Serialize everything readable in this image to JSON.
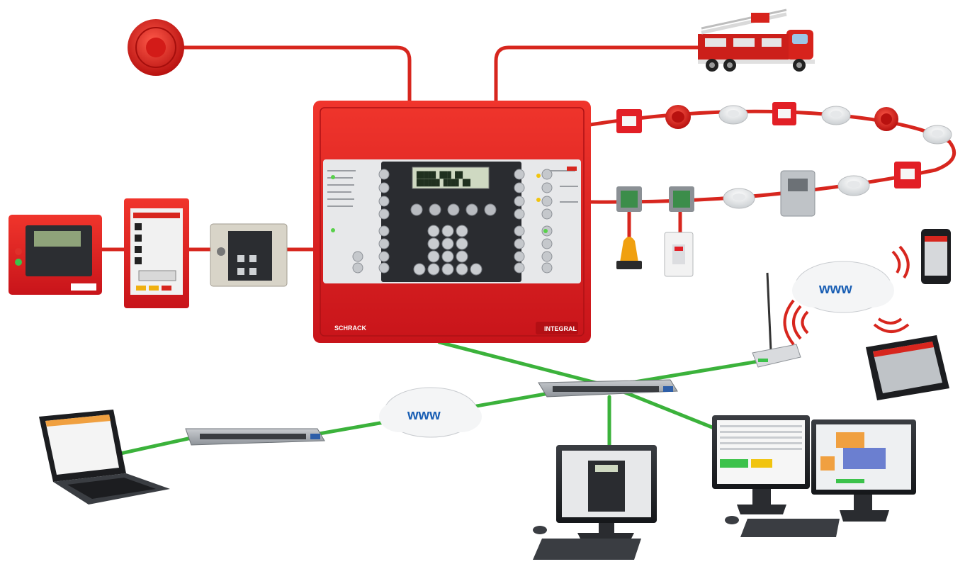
{
  "clouds": [
    {
      "id": "cloud-top-right",
      "label": "www"
    },
    {
      "id": "cloud-bottom-left",
      "label": "www"
    }
  ],
  "panel": {
    "brand_left": "SCHRACK",
    "brand_right": "INTEGRAL",
    "display_line1": "█████ ███ ██",
    "display_line2": "██████ ████ ██"
  },
  "colors": {
    "fire_line": "#d7261e",
    "network_line": "#3bb23b",
    "panel_red": "#e21f26",
    "www_blue": "#1a5fb4"
  },
  "icons": [
    "siren-icon",
    "fire-truck-icon",
    "manual-call-point-icon",
    "smoke-detector-icon",
    "sounder-icon",
    "input-output-module-icon",
    "beacon-icon",
    "switch-icon",
    "radio-router-icon",
    "smartphone-icon",
    "tablet-icon",
    "laptop-icon",
    "desktop-monitor-icon",
    "dual-monitor-workstation-icon",
    "network-switch-icon",
    "repeater-panel-icon",
    "fire-brigade-panel-icon",
    "key-depot-icon"
  ]
}
